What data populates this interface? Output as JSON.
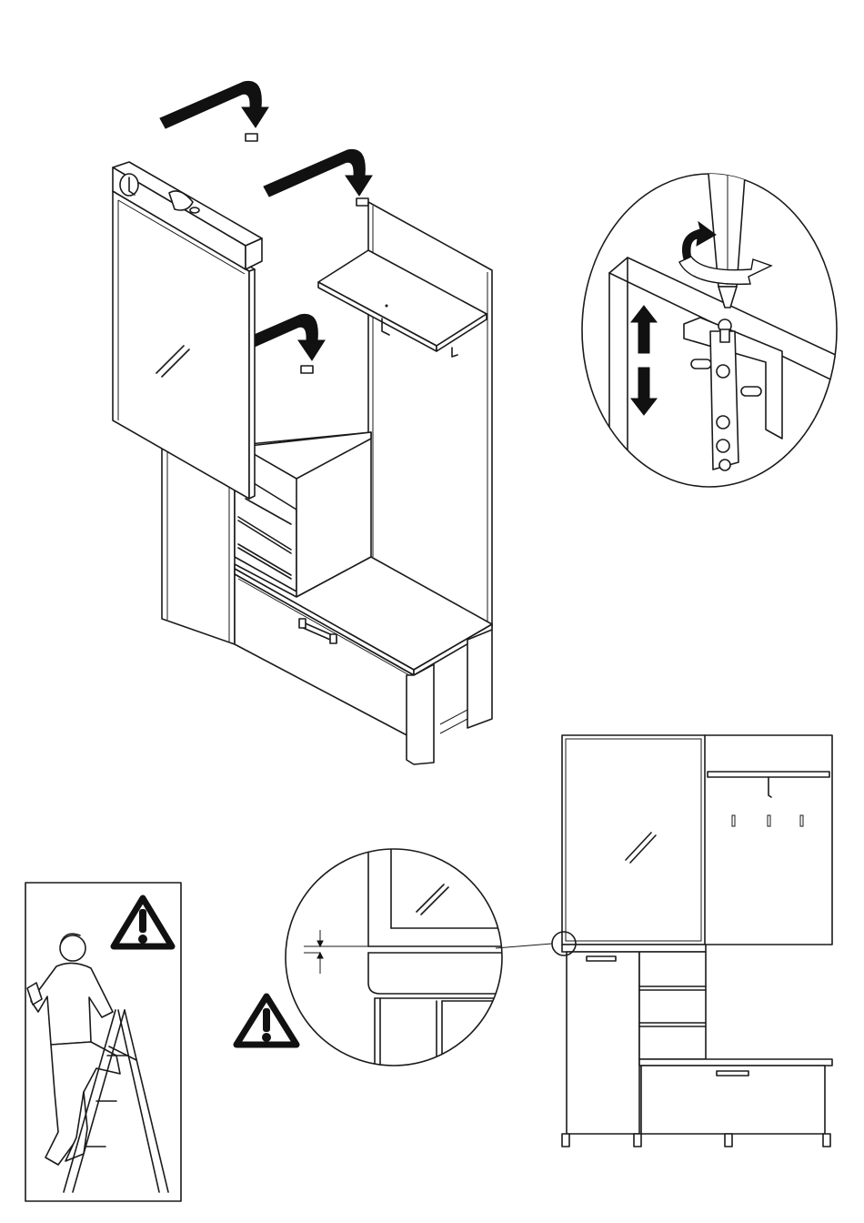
{
  "figure": {
    "kind": "assembly-instruction-step",
    "colors": {
      "line": "#1a1a1a",
      "background": "#ffffff",
      "fill": "#111111"
    },
    "panels": [
      {
        "id": "main-assembly",
        "icon": "hallway-cabinet-with-mirror-and-level"
      },
      {
        "id": "detail-bracket",
        "icon": "screwdriver-adjust-bracket"
      },
      {
        "id": "front-view",
        "icon": "cabinet-front-elevation"
      },
      {
        "id": "detail-gap",
        "icon": "alignment-gap-magnifier"
      },
      {
        "id": "safety-ladder",
        "icon": "person-on-stepladder"
      }
    ],
    "warnings": [
      {
        "id": "warning-gap",
        "icon": "exclamation-triangle-icon"
      },
      {
        "id": "warning-ladder",
        "icon": "exclamation-triangle-icon"
      }
    ]
  }
}
